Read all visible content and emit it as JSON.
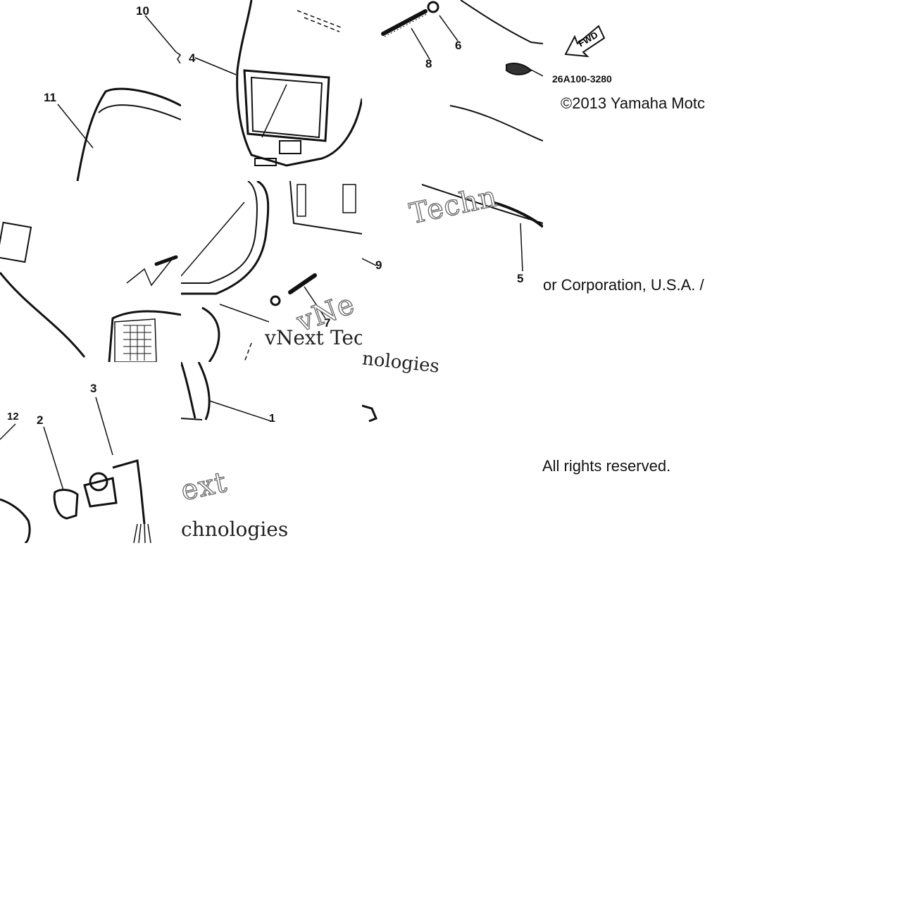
{
  "diagram": {
    "part_callouts": [
      "1",
      "2",
      "3",
      "4",
      "5",
      "6",
      "7",
      "8",
      "9",
      "10",
      "11",
      "12"
    ],
    "reference_code": "26A100-3280",
    "fwd_label": "FWD",
    "copyright_fragments": [
      "©2013 Yamaha Motc",
      "or Corporation, U.S.A. /",
      "All rights reserved."
    ],
    "watermark_fragments": [
      "Techn",
      "vNext Tec",
      "vNe",
      "nologies",
      "ext",
      "chnologies"
    ]
  },
  "colors": {
    "line": "#111111",
    "watermark_outline": "#666666",
    "background": "#ffffff"
  }
}
